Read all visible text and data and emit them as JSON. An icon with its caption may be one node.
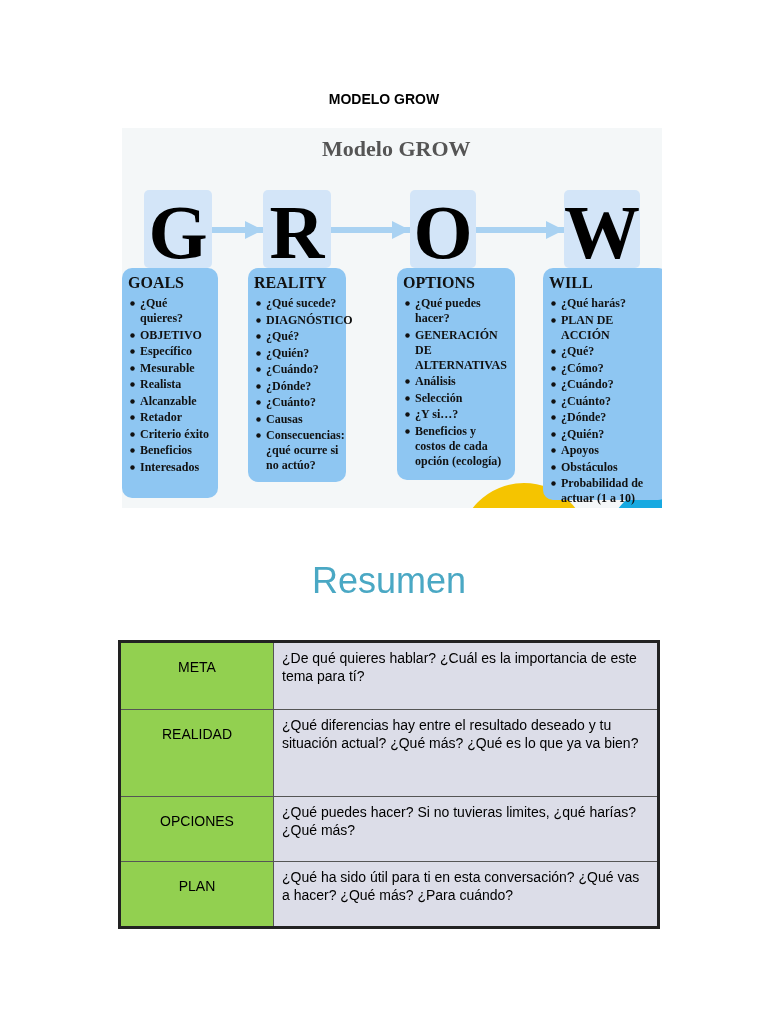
{
  "diagram": {
    "title": "MODELO GROW",
    "nodes": [
      {
        "text": [
          "G"
        ]
      },
      {
        "text": [
          "GOALS",
          "¿Qué quieres?",
          "OBJETIVO",
          "Específico",
          "Mesurable",
          "Realista",
          "Alcanzable",
          "Retador",
          "Criterio éxito",
          "Beneficios",
          "Interesados"
        ]
      },
      {
        "text": [
          "R"
        ]
      },
      {
        "text": [
          "REALITY",
          "¿Qué sucede?",
          "DIAGNÓSTICO",
          "¿Qué?",
          "¿Quién?",
          "¿Cuándo?",
          "¿Dónde?",
          "¿Cuánto?",
          "Causas",
          "Consecuencias: ¿qué ocurre si no actúo?"
        ]
      },
      {
        "text": [
          "O"
        ]
      },
      {
        "text": [
          "OPTIONS",
          "¿Qué puedes hacer?",
          "GENERACIÓN DE ALTERNATIVAS",
          "Análisis",
          "Selección",
          "¿Y si…?",
          "Beneficios y costos de cada opción (ecología)"
        ]
      },
      {
        "text": [
          "W"
        ]
      },
      {
        "text": [
          "WILL",
          "¿Qué harás?",
          "PLAN DE ACCIÓN",
          "¿Qué?",
          "¿Cómo?",
          "¿Cuándo?",
          "¿Cuánto?",
          "¿Dónde?",
          "¿Quién?",
          "Apoyos",
          "Obstáculos",
          "Probabilidad de actuar (1 a 10)"
        ]
      }
    ],
    "edges": [
      {
        "from": 0,
        "to": 2,
        "arrow": "to"
      },
      {
        "from": 2,
        "to": 4,
        "arrow": "to"
      },
      {
        "from": 4,
        "to": 6,
        "arrow": "to"
      }
    ],
    "labels": [
      "Modelo GROW",
      "Resumen",
      "META",
      "¿De qué quieres hablar? ¿Cuál es la importancia de este tema para tí?",
      "REALIDAD",
      "¿Qué diferencias hay entre el resultado deseado y tu situación actual? ¿Qué más? ¿Qué es lo que ya va bien?",
      "OPCIONES",
      "¿Qué puedes hacer? Si no tuvieras limites, ¿qué harías? ¿Qué más?",
      "PLAN",
      "¿Qué ha sido útil para ti en esta conversación? ¿Qué vas a hacer? ¿Qué más? ¿Para cuándo?"
    ]
  }
}
